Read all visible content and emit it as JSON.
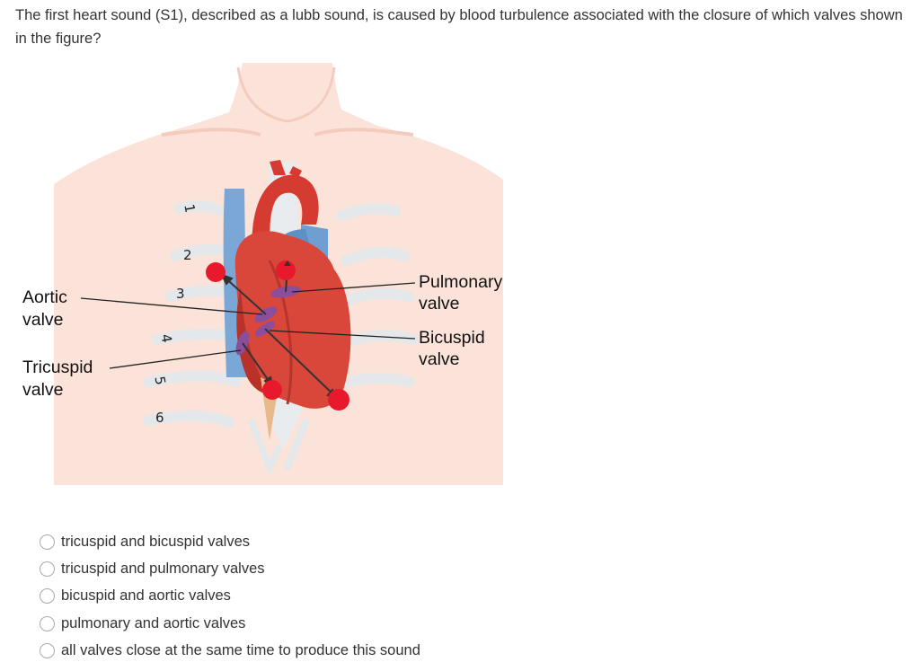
{
  "question": {
    "text": "The first heart sound (S1), described as a lubb sound, is caused by blood turbulence associated with the closure of which valves shown in the figure?"
  },
  "figure": {
    "labels": {
      "aortic_line1": "Aortic",
      "aortic_line2": "valve",
      "tricuspid_line1": "Tricuspid",
      "tricuspid_line2": "valve",
      "pulmonary_line1": "Pulmonary",
      "pulmonary_line2": "valve",
      "bicuspid_line1": "Bicuspid",
      "bicuspid_line2": "valve"
    },
    "rib_numbers": [
      "1",
      "2",
      "3",
      "4",
      "5",
      "6"
    ]
  },
  "options": [
    {
      "label": "tricuspid and bicuspid valves"
    },
    {
      "label": "tricuspid and pulmonary valves"
    },
    {
      "label": "bicuspid and aortic valves"
    },
    {
      "label": "pulmonary and aortic valves"
    },
    {
      "label": "all valves close at the same time to produce this sound"
    }
  ],
  "colors": {
    "text": "#333333",
    "auscultation_point": "#e8192c",
    "valve": "#8a4e9c",
    "heart": "#d9473a",
    "vessel_blue": "#6f9fd0"
  }
}
